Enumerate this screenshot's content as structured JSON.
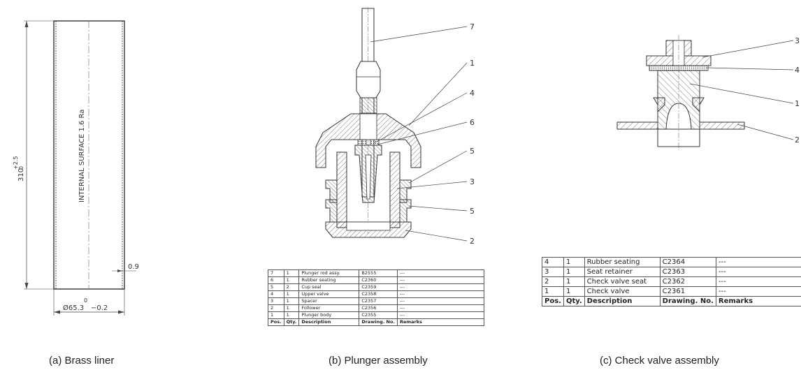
{
  "panel_a": {
    "caption": "(a) Brass liner",
    "note": "INTERNAL SURFACE 1.6 Ra",
    "length_nominal": "310",
    "length_tol_upper": "+2.5",
    "length_tol_lower": "0",
    "wall_thickness": "0.9",
    "diameter": "Ø65.3",
    "diameter_tol_lower": "−0.2",
    "diameter_tol_upper": "0"
  },
  "panel_b": {
    "caption": "(b) Plunger assembly",
    "balloons": [
      "7",
      "1",
      "4",
      "6",
      "5",
      "3",
      "5",
      "2"
    ],
    "table": {
      "headers": [
        "Pos.",
        "Qty.",
        "Description",
        "Drawing. No.",
        "Remarks"
      ],
      "rows": [
        [
          "7",
          "1",
          "Plunger rod assy.",
          "B2555",
          "---"
        ],
        [
          "6",
          "1",
          "Rubber seating",
          "C2360",
          "---"
        ],
        [
          "5",
          "2",
          "Cup seal",
          "C2359",
          "---"
        ],
        [
          "4",
          "1",
          "Upper valve",
          "C2358",
          "---"
        ],
        [
          "3",
          "1",
          "Spacer",
          "C2357",
          "---"
        ],
        [
          "2",
          "1",
          "Follower",
          "C2356",
          "---"
        ],
        [
          "1",
          "1",
          "Plunger body",
          "C2355",
          "---"
        ]
      ]
    }
  },
  "panel_c": {
    "caption": "(c) Check valve assembly",
    "balloons": [
      "3",
      "4",
      "1",
      "2"
    ],
    "table": {
      "headers": [
        "Pos.",
        "Qty.",
        "Description",
        "Drawing. No.",
        "Remarks"
      ],
      "rows": [
        [
          "4",
          "1",
          "Rubber seating",
          "C2364",
          "---"
        ],
        [
          "3",
          "1",
          "Seat retainer",
          "C2363",
          "---"
        ],
        [
          "2",
          "1",
          "Check valve seat",
          "C2362",
          "---"
        ],
        [
          "1",
          "1",
          "Check valve",
          "C2361",
          "---"
        ]
      ]
    }
  },
  "colors": {
    "line": "#333333",
    "hatch": "#555555",
    "text": "#222222"
  }
}
